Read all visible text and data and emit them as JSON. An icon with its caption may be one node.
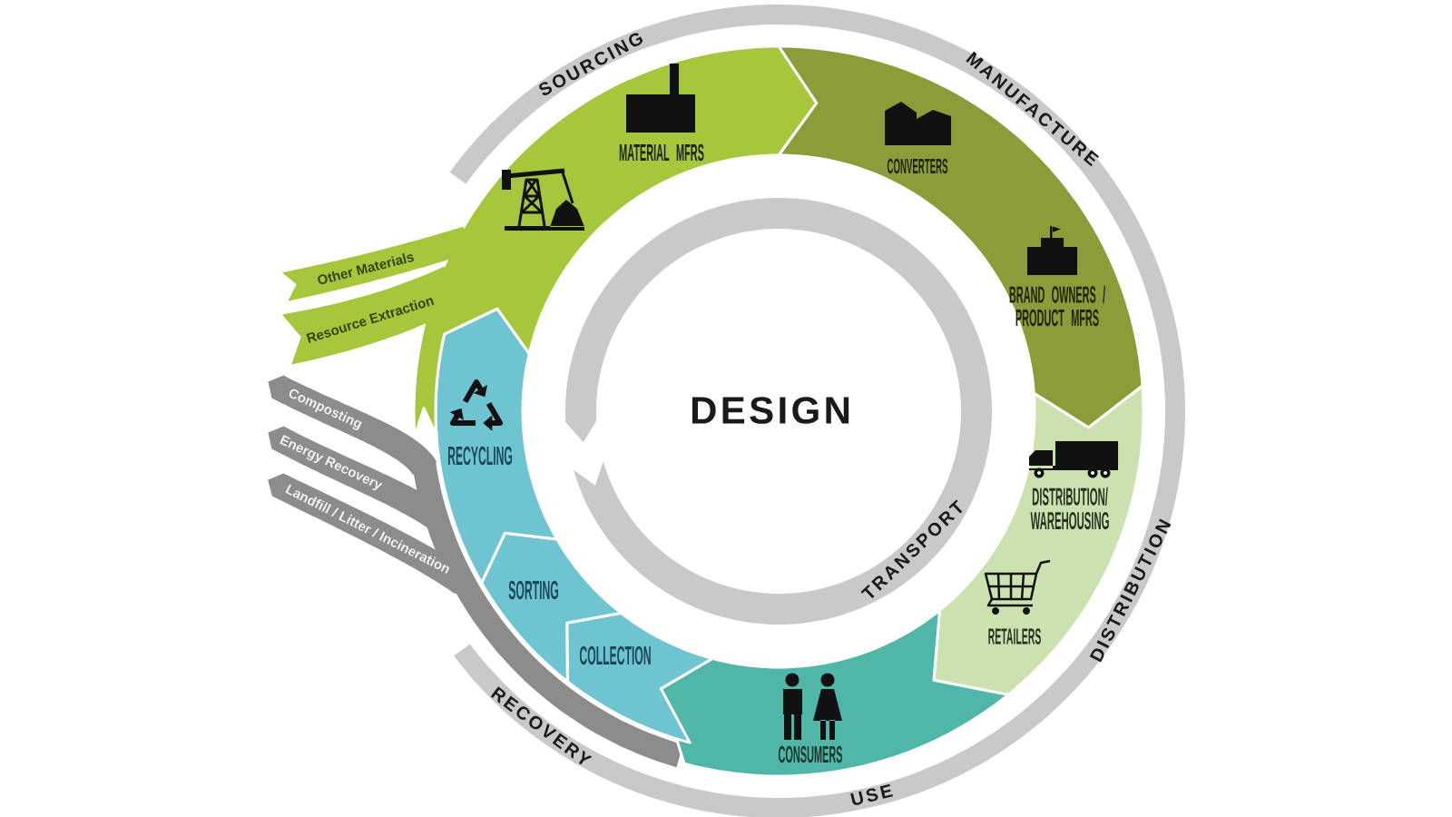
{
  "diagram": {
    "nodes": [
      {
        "text": [
          "SOURCING",
          "MANUFACTURE",
          "DISTRIBUTION",
          "USE",
          "RECOVERY"
        ]
      },
      {
        "text": [
          "Other Materials"
        ]
      },
      {
        "text": [
          "Resource Extraction"
        ]
      },
      {
        "text": [
          "MATERIAL MFRS"
        ]
      },
      {
        "text": [
          "CONVERTERS",
          "BRAND OWNERS / PRODUCT MFRS"
        ]
      },
      {
        "text": [
          "DISTRIBUTION/ WAREHOUSING",
          "RETAILERS"
        ]
      },
      {
        "text": [
          "CONSUMERS"
        ]
      },
      {
        "text": [
          "COLLECTION"
        ]
      },
      {
        "text": [
          "SORTING"
        ]
      },
      {
        "text": [
          "RECYCLING"
        ]
      },
      {
        "text": [
          "Composting"
        ]
      },
      {
        "text": [
          "Energy Recovery"
        ]
      },
      {
        "text": [
          "Landfill / Litter / Incineration"
        ]
      },
      {
        "text": [
          "TRANSPORT"
        ]
      }
    ],
    "labels": [
      "DESIGN"
    ]
  }
}
